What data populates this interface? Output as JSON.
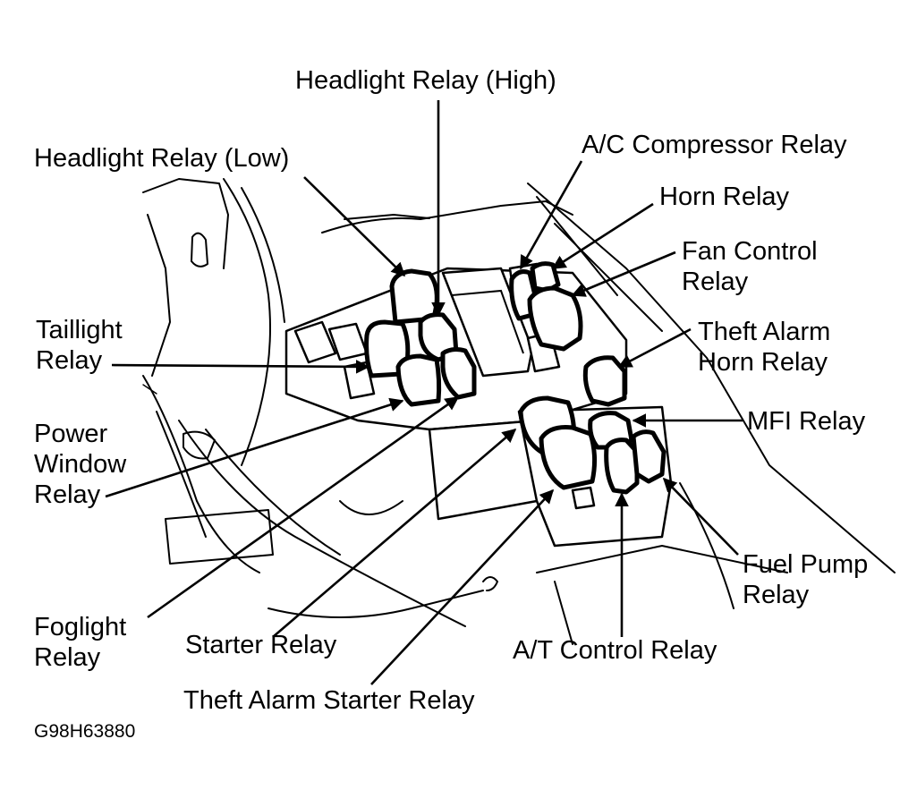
{
  "labels": {
    "headlight_high": "Headlight Relay (High)",
    "headlight_low": "Headlight Relay (Low)",
    "ac_compressor": "A/C Compressor Relay",
    "horn": "Horn Relay",
    "fan_control_1": "Fan Control",
    "fan_control_2": "Relay",
    "taillight_1": "Taillight",
    "taillight_2": "Relay",
    "theft_alarm_horn_1": "Theft Alarm",
    "theft_alarm_horn_2": "Horn Relay",
    "power_window_1": "Power",
    "power_window_2": "Window",
    "power_window_3": "Relay",
    "mfi": "MFI Relay",
    "fuel_pump_1": "Fuel Pump",
    "fuel_pump_2": "Relay",
    "foglight_1": "Foglight",
    "foglight_2": "Relay",
    "starter": "Starter Relay",
    "at_control": "A/T Control Relay",
    "theft_alarm_starter": "Theft Alarm Starter Relay"
  },
  "figure_code": "G98H63880"
}
